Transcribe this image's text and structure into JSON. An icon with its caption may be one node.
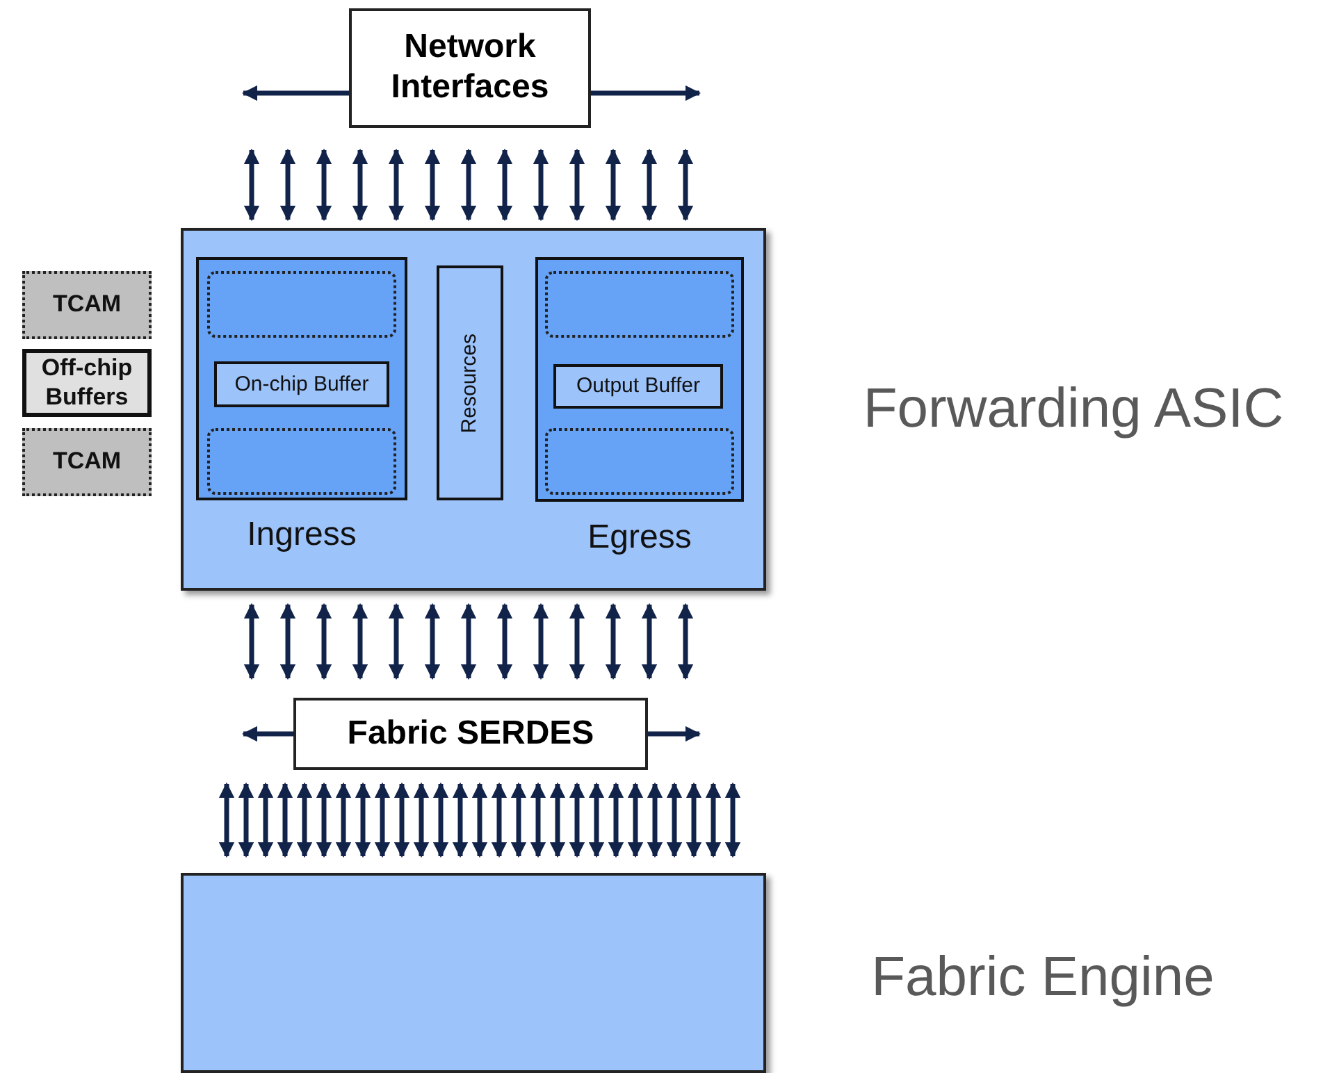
{
  "diagram": {
    "nodes": [
      {
        "text": [
          "Network Interfaces"
        ]
      },
      {
        "text": [
          "Forwarding ASIC"
        ]
      },
      {
        "text": [
          "Ingress"
        ],
        "in": 1
      },
      {
        "text": [],
        "shape": "box",
        "in": 2
      },
      {
        "text": [
          "On-chip Buffer"
        ],
        "in": 2
      },
      {
        "text": [],
        "shape": "box",
        "in": 2
      },
      {
        "text": [
          "Resources"
        ],
        "in": 1
      },
      {
        "text": [
          "Egress"
        ],
        "in": 1
      },
      {
        "text": [],
        "shape": "box",
        "in": 7
      },
      {
        "text": [
          "Output Buffer"
        ],
        "in": 7
      },
      {
        "text": [],
        "shape": "box",
        "in": 7
      },
      {
        "text": [
          "TCAM"
        ]
      },
      {
        "text": [
          "Off-chip Buffers"
        ]
      },
      {
        "text": [
          "TCAM"
        ]
      },
      {
        "text": [
          "Fabric SERDES"
        ]
      },
      {
        "text": [
          "Fabric Engine"
        ]
      }
    ],
    "edges": [
      {
        "from": 0,
        "to": null,
        "arrow": "to"
      },
      {
        "from": 0,
        "to": null,
        "arrow": "to"
      },
      {
        "from": 0,
        "to": 1,
        "arrow": "both"
      },
      {
        "from": 0,
        "to": 1,
        "arrow": "both"
      },
      {
        "from": 0,
        "to": 1,
        "arrow": "both"
      },
      {
        "from": 0,
        "to": 1,
        "arrow": "both"
      },
      {
        "from": 0,
        "to": 1,
        "arrow": "both"
      },
      {
        "from": 0,
        "to": 1,
        "arrow": "both"
      },
      {
        "from": 0,
        "to": 1,
        "arrow": "both"
      },
      {
        "from": 0,
        "to": 1,
        "arrow": "both"
      },
      {
        "from": 0,
        "to": 1,
        "arrow": "both"
      },
      {
        "from": 0,
        "to": 1,
        "arrow": "both"
      },
      {
        "from": 0,
        "to": 1,
        "arrow": "both"
      },
      {
        "from": 0,
        "to": 1,
        "arrow": "both"
      },
      {
        "from": 0,
        "to": 1,
        "arrow": "both"
      },
      {
        "from": 1,
        "to": 14,
        "arrow": "both"
      },
      {
        "from": 1,
        "to": 14,
        "arrow": "both"
      },
      {
        "from": 1,
        "to": 14,
        "arrow": "both"
      },
      {
        "from": 1,
        "to": 14,
        "arrow": "both"
      },
      {
        "from": 1,
        "to": 14,
        "arrow": "both"
      },
      {
        "from": 1,
        "to": 14,
        "arrow": "both"
      },
      {
        "from": 1,
        "to": 14,
        "arrow": "both"
      },
      {
        "from": 1,
        "to": 14,
        "arrow": "both"
      },
      {
        "from": 1,
        "to": 14,
        "arrow": "both"
      },
      {
        "from": 1,
        "to": 14,
        "arrow": "both"
      },
      {
        "from": 1,
        "to": 14,
        "arrow": "both"
      },
      {
        "from": 1,
        "to": 14,
        "arrow": "both"
      },
      {
        "from": 1,
        "to": 14,
        "arrow": "both"
      },
      {
        "from": 14,
        "to": null,
        "arrow": "to"
      },
      {
        "from": 14,
        "to": null,
        "arrow": "to"
      },
      {
        "from": 14,
        "to": 15,
        "arrow": "both"
      },
      {
        "from": 14,
        "to": 15,
        "arrow": "both"
      },
      {
        "from": 14,
        "to": 15,
        "arrow": "both"
      },
      {
        "from": 14,
        "to": 15,
        "arrow": "both"
      },
      {
        "from": 14,
        "to": 15,
        "arrow": "both"
      },
      {
        "from": 14,
        "to": 15,
        "arrow": "both"
      },
      {
        "from": 14,
        "to": 15,
        "arrow": "both"
      },
      {
        "from": 14,
        "to": 15,
        "arrow": "both"
      },
      {
        "from": 14,
        "to": 15,
        "arrow": "both"
      },
      {
        "from": 14,
        "to": 15,
        "arrow": "both"
      },
      {
        "from": 14,
        "to": 15,
        "arrow": "both"
      },
      {
        "from": 14,
        "to": 15,
        "arrow": "both"
      },
      {
        "from": 14,
        "to": 15,
        "arrow": "both"
      },
      {
        "from": 14,
        "to": 15,
        "arrow": "both"
      },
      {
        "from": 14,
        "to": 15,
        "arrow": "both"
      },
      {
        "from": 14,
        "to": 15,
        "arrow": "both"
      },
      {
        "from": 14,
        "to": 15,
        "arrow": "both"
      },
      {
        "from": 14,
        "to": 15,
        "arrow": "both"
      },
      {
        "from": 14,
        "to": 15,
        "arrow": "both"
      },
      {
        "from": 14,
        "to": 15,
        "arrow": "both"
      },
      {
        "from": 14,
        "to": 15,
        "arrow": "both"
      },
      {
        "from": 14,
        "to": 15,
        "arrow": "both"
      },
      {
        "from": 14,
        "to": 15,
        "arrow": "both"
      },
      {
        "from": 14,
        "to": 15,
        "arrow": "both"
      },
      {
        "from": 14,
        "to": 15,
        "arrow": "both"
      },
      {
        "from": 14,
        "to": 15,
        "arrow": "both"
      },
      {
        "from": 14,
        "to": 15,
        "arrow": "both"
      }
    ]
  }
}
